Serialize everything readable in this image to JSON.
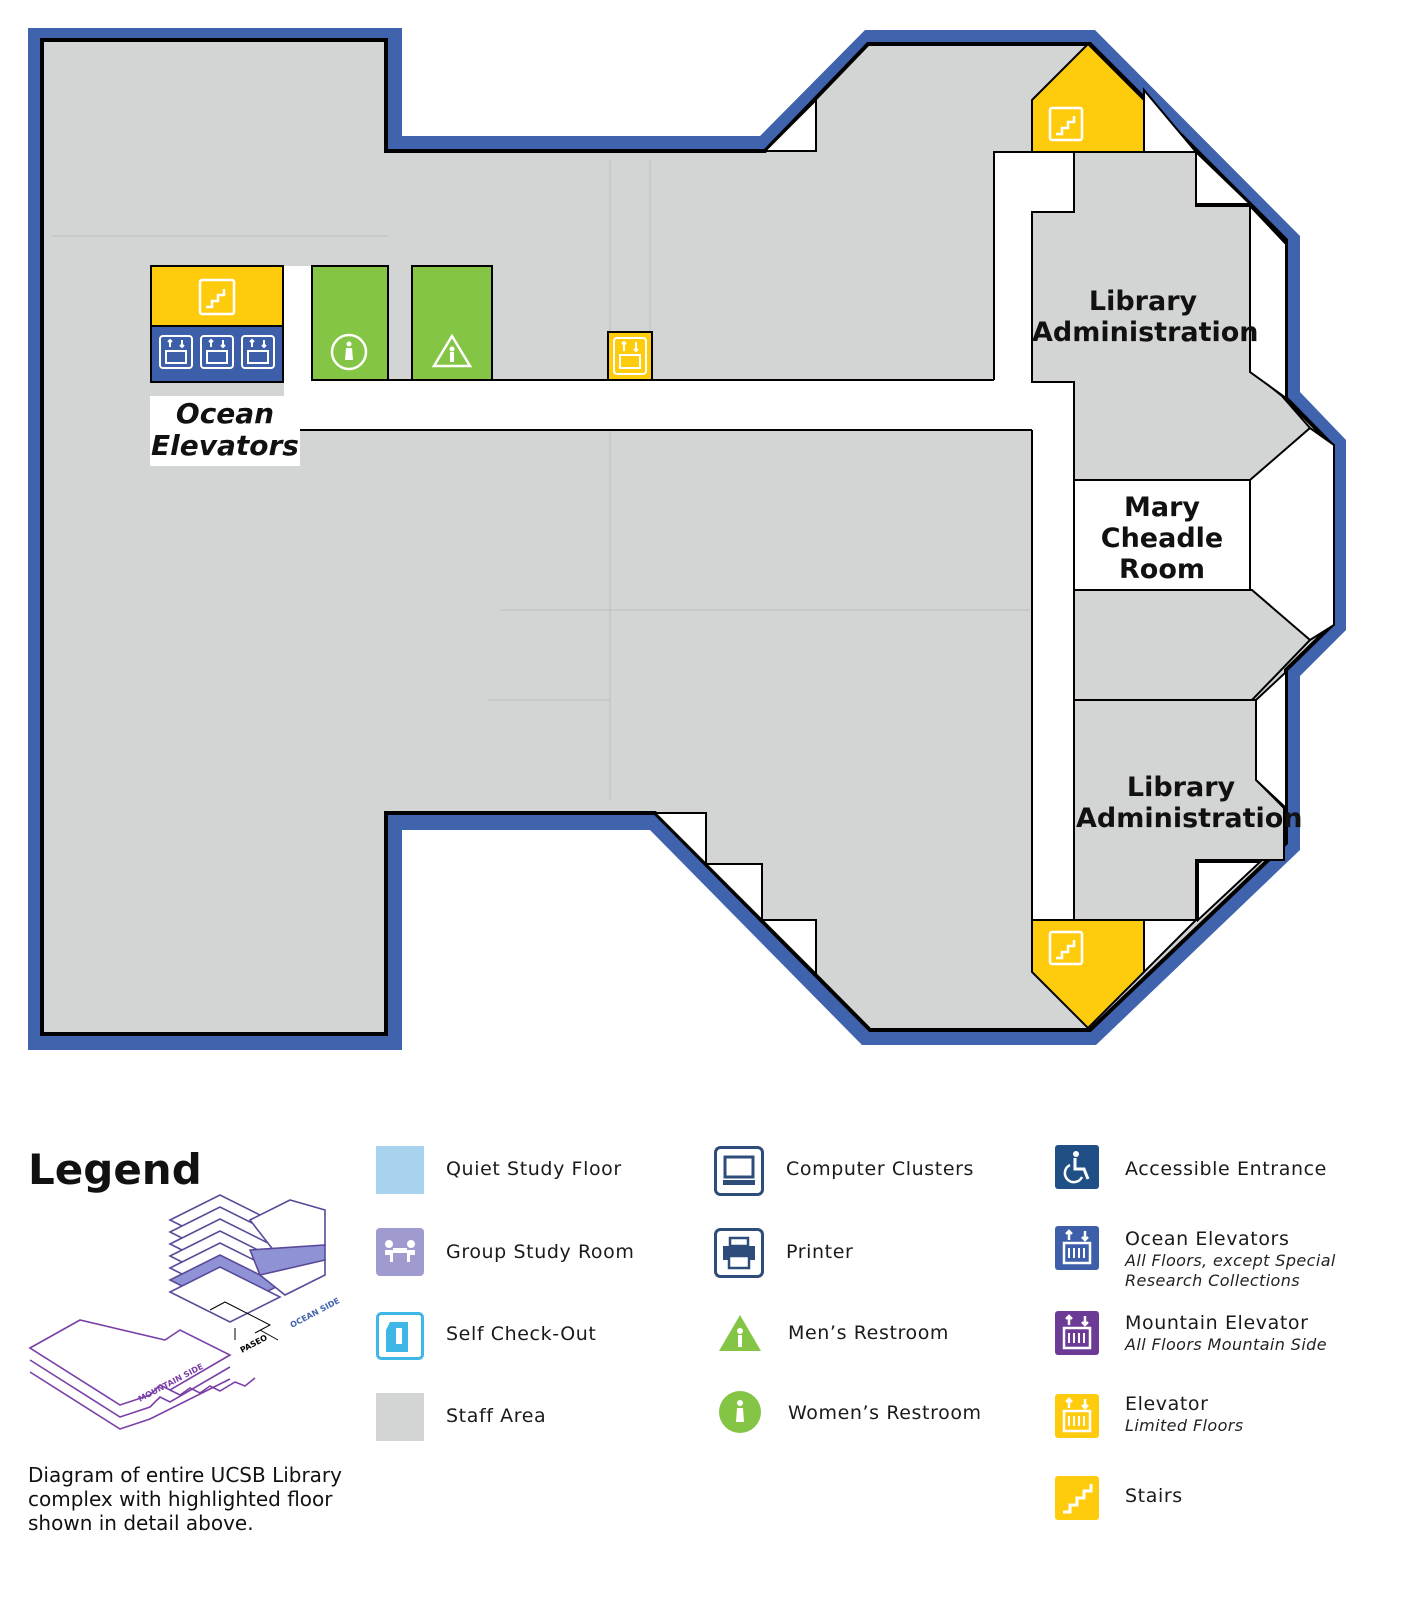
{
  "floor_rooms": {
    "library_admin_top": [
      "Library",
      "Administration"
    ],
    "mary_cheadle": [
      "Mary",
      "Cheadle",
      "Room"
    ],
    "library_admin_bottom": [
      "Library",
      "Administration"
    ],
    "ocean_elevators": [
      "Ocean",
      "Elevators"
    ]
  },
  "legend": {
    "title": "Legend",
    "caption": "Diagram of entire UCSB Library complex with highlighted floor shown in detail above.",
    "minimap_labels": {
      "mountain_side": "MOUNTAIN SIDE",
      "ocean_side": "OCEAN SIDE",
      "paseo": "PASEO"
    },
    "items": {
      "quiet_study": "Quiet Study Floor",
      "group_study": "Group Study Room",
      "self_checkout": "Self Check-Out",
      "staff_area": "Staff Area",
      "computer_clusters": "Computer Clusters",
      "printer": "Printer",
      "mens_restroom": "Men’s Restroom",
      "womens_restroom": "Women’s Restroom",
      "accessible_entrance": "Accessible Entrance",
      "ocean_elevators": "Ocean Elevators",
      "ocean_elevators_note": [
        "All Floors, except Special",
        "Research Collections"
      ],
      "mountain_elevator": "Mountain Elevator",
      "mountain_elevator_note": "All Floors Mountain Side",
      "elevator": "Elevator",
      "elevator_note": "Limited Floors",
      "stairs": "Stairs"
    }
  },
  "colors": {
    "outer_wall": "#3f63ad",
    "staff_area": "#d3d4d4",
    "stairs": "#ffcb0d",
    "restroom": "#85c545",
    "ocean_elevator": "#3d5ea8",
    "mountain_elevator": "#6b3b95",
    "quiet_study": "#a7d3ee",
    "group_study": "#9f9bcf",
    "self_checkout": "#3fb7e6",
    "accessible": "#1f4f85",
    "computer_icon": "#2d4c7a"
  }
}
